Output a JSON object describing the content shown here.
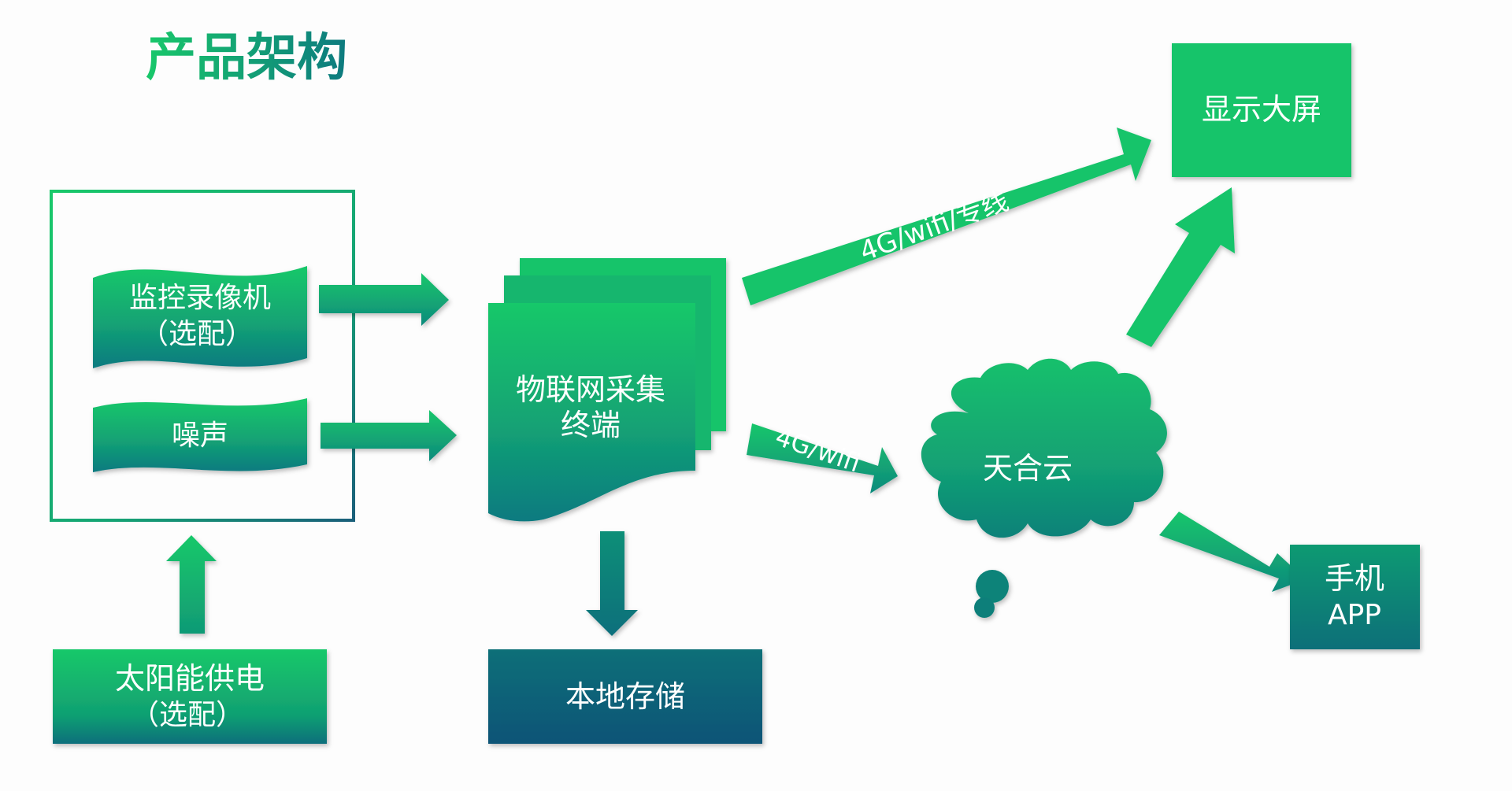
{
  "title": "产品架构",
  "nodes": {
    "camera": {
      "line1": "监控录像机",
      "line2": "（选配）"
    },
    "noise": {
      "line1": "噪声"
    },
    "terminal": {
      "line1": "物联网采集",
      "line2": "终端"
    },
    "display": {
      "line1": "显示大屏"
    },
    "cloud": {
      "line1": "天合云"
    },
    "app": {
      "line1": "手机",
      "line2": "APP"
    },
    "solar": {
      "line1": "太阳能供电",
      "line2": "（选配）"
    },
    "storage": {
      "line1": "本地存储"
    }
  },
  "edges": {
    "terminal_to_display": "4G/wifi/专线",
    "terminal_to_cloud": "4G/wifi"
  },
  "colors": {
    "green": "#18c46a",
    "teal": "#0e8a7c",
    "dark_teal": "#0b5f77",
    "navy": "#0d5b7a",
    "frame_dark": "#1a5f7a"
  }
}
